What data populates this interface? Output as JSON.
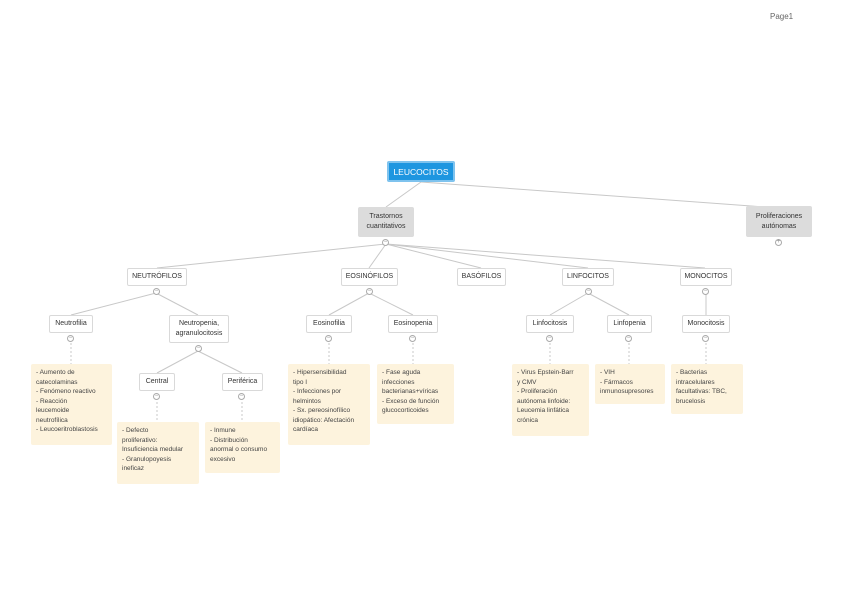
{
  "page": {
    "label": "Page1"
  },
  "map": {
    "root": "LEUCOCITOS",
    "trastornos": "Trastornos\ncuantitativos",
    "proliferaciones": "Proliferaciones\nautónomas",
    "neutrofilos": "NEUTRÓFILOS",
    "eosinofilos": "EOSINÓFILOS",
    "basofilos": "BASÓFILOS",
    "linfocitos": "LINFOCITOS",
    "monocitos": "MONOCITOS",
    "neutrofilia": "Neutrofilia",
    "neutropenia": "Neutropenia,\nagranulocitosis",
    "central": "Central",
    "periferica": "Periférica",
    "eosinofilia": "Eosinofilia",
    "eosinopenia": "Eosinopenia",
    "linfocitosis": "Linfocitosis",
    "linfopenia": "Linfopenia",
    "monocitosis": "Monocitosis"
  },
  "notes": {
    "neutrofilia": "- Aumento de\ncatecolaminas\n- Fenómeno reactivo\n- Reacción\nleucemoide\nneutrofílica\n- Leucoeritroblastosis",
    "central": "- Defecto\nproliferativo:\nInsuficiencia medular\n- Granulopoyesis\nineficaz",
    "periferica": "- Inmune\n- Distribución\nanormal o consumo\nexcesivo",
    "eosinofilia": "- Hipersensibilidad\ntipo I\n- Infecciones por\nhelmintos\n- Sx. pereosinofílico\nidiopático: Afectación\ncardíaca",
    "eosinopenia": "- Fase aguda\ninfecciones\nbacterianas+víricas\n- Exceso de función\nglucocorticoides",
    "linfocitosis": "- Virus Epstein-Barr\ny CMV\n- Proliferación\nautónoma linfoide:\nLeucemia linfática\ncrónica",
    "linfopenia": "- VIH\n- Fármacos\ninmunosupresores",
    "monocitosis": "- Bacterias\nintracelulares\nfacultativas: TBC,\nbrucelosis"
  },
  "toggles": {
    "collapse": "−",
    "expand": "+"
  },
  "colors": {
    "root_fill": "#1e96e0",
    "grey_fill": "#dcdcdc",
    "note_fill": "#fdf3dd",
    "line": "#c8c8c8"
  }
}
